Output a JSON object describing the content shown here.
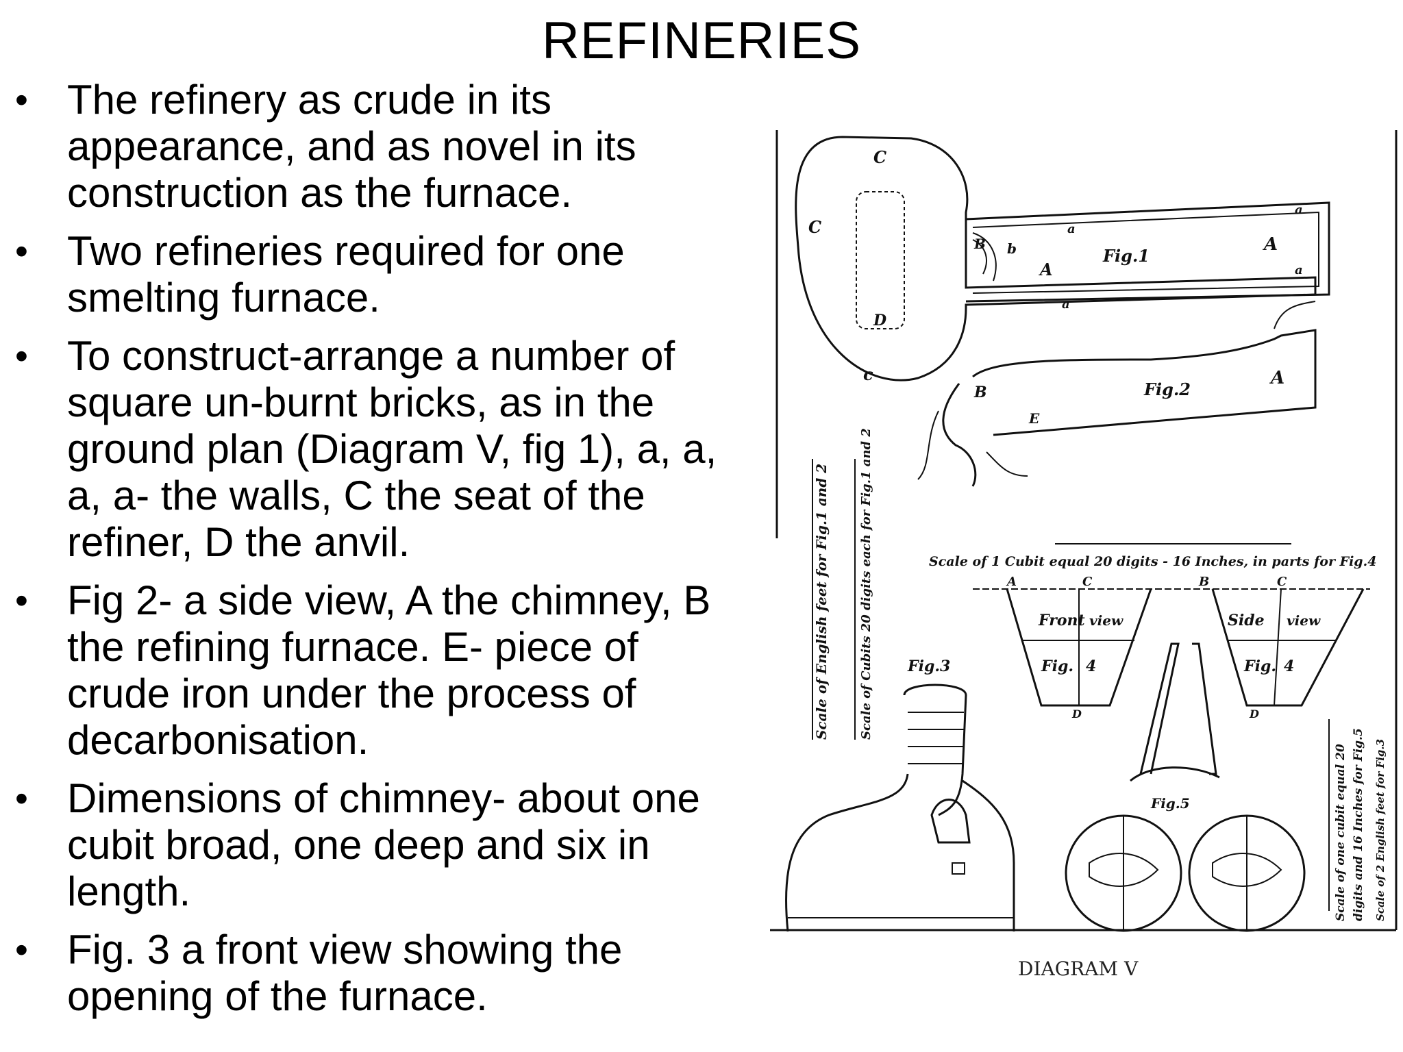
{
  "title": "REFINERIES",
  "bullets": [
    {
      "text": "The refinery as crude in its appearance, and as novel in its construction as the furnace."
    },
    {
      "text": "Two refineries required for one smelting furnace."
    },
    {
      "text": "To construct-arrange a number of square un-burnt bricks, as in the ground plan (Diagram V, fig 1), a, a, a, a- the walls, C the seat of the refiner, D the anvil."
    },
    {
      "text": "Fig 2- a side view, A the chimney, B the refining furnace. E- piece of crude iron under the process of decarbonisation."
    },
    {
      "text": "Dimensions of chimney- about one cubit  broad, one deep and six in length."
    },
    {
      "text": "Fig. 3 a front view showing the opening of the furnace."
    }
  ],
  "bullet_symbol": "•",
  "diagram": {
    "caption": "DIAGRAM V",
    "fig_labels": {
      "fig1": "Fig.1",
      "fig2": "Fig.2",
      "fig3": "Fig.3",
      "fig4a": "Fig.",
      "fig4b": "Fig.",
      "fig4num": "4",
      "fig5": "Fig.5"
    },
    "letters": {
      "C": "C",
      "c_small": "c",
      "A": "A",
      "a": "a",
      "B": "B",
      "b": "b",
      "E": "E",
      "D": "D"
    },
    "view_labels": {
      "front": "Front",
      "side": "Side",
      "view": "view"
    },
    "scale_top": "Scale of 1 Cubit equal 20 digits - 16 Inches, in parts for Fig.4",
    "scale_left1": "Scale of English feet for Fig.1 and 2",
    "scale_left2": "Scale of Cubits 20 digits each for Fig.1 and 2",
    "scale_right1": "Scale of one cubit equal 20",
    "scale_right2": "digits and 16 Inches for Fig.5",
    "scale_right3": "Scale of 2 English feet for Fig.3"
  }
}
